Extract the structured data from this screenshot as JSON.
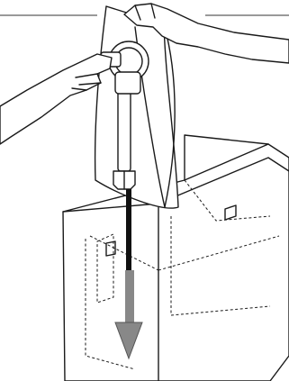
{
  "figure": {
    "kind": "instruction-illustration",
    "background_color": "#ffffff",
    "line_color": "#1a1a1a",
    "arrow_color": "#888888",
    "arrow_direction": "down",
    "parts": [
      "left-hand",
      "right-hand",
      "bag",
      "connector-cap",
      "bag-tube",
      "box",
      "box-window",
      "direction-arrow"
    ]
  }
}
